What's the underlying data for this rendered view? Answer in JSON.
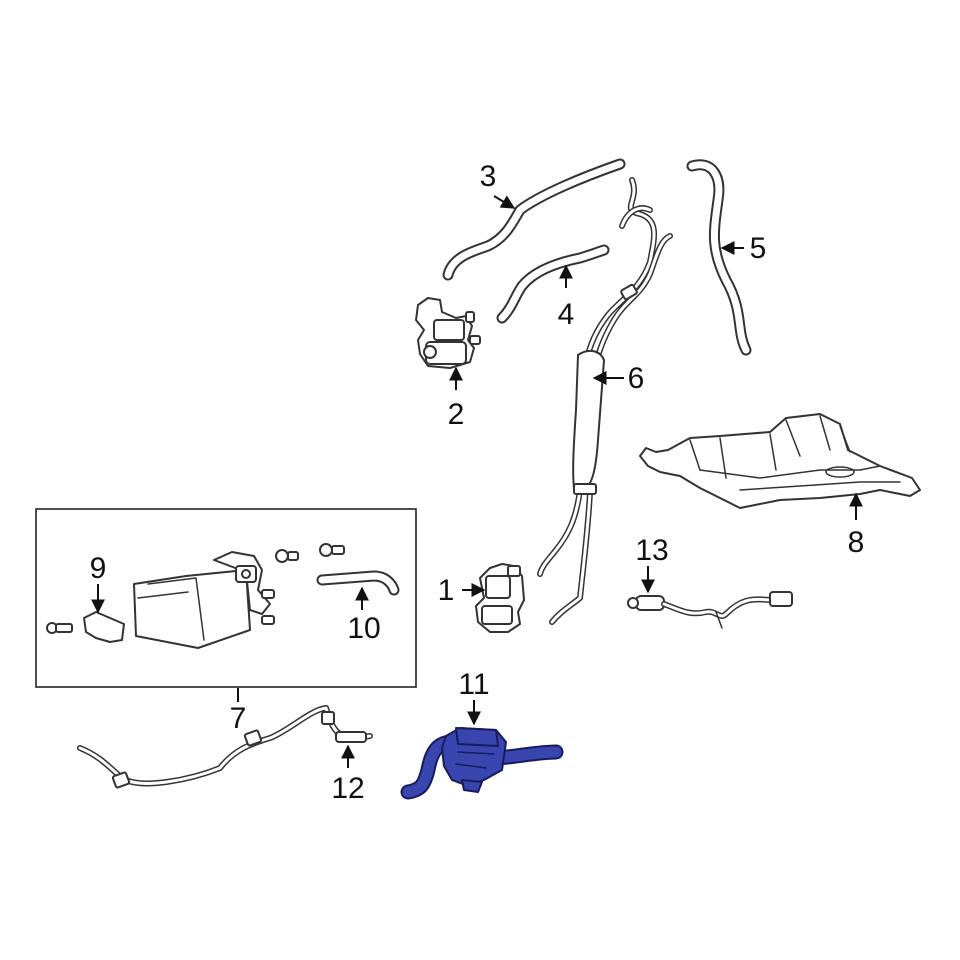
{
  "callouts": {
    "c1": "1",
    "c2": "2",
    "c3": "3",
    "c4": "4",
    "c5": "5",
    "c6": "6",
    "c7": "7",
    "c8": "8",
    "c9": "9",
    "c10": "10",
    "c11": "11",
    "c12": "12",
    "c13": "13"
  },
  "colors": {
    "highlight_fill": "#3a46b0",
    "highlight_stroke": "#161c5c",
    "line_art": "#333333",
    "background": "#ffffff"
  },
  "highlighted_part": "11"
}
